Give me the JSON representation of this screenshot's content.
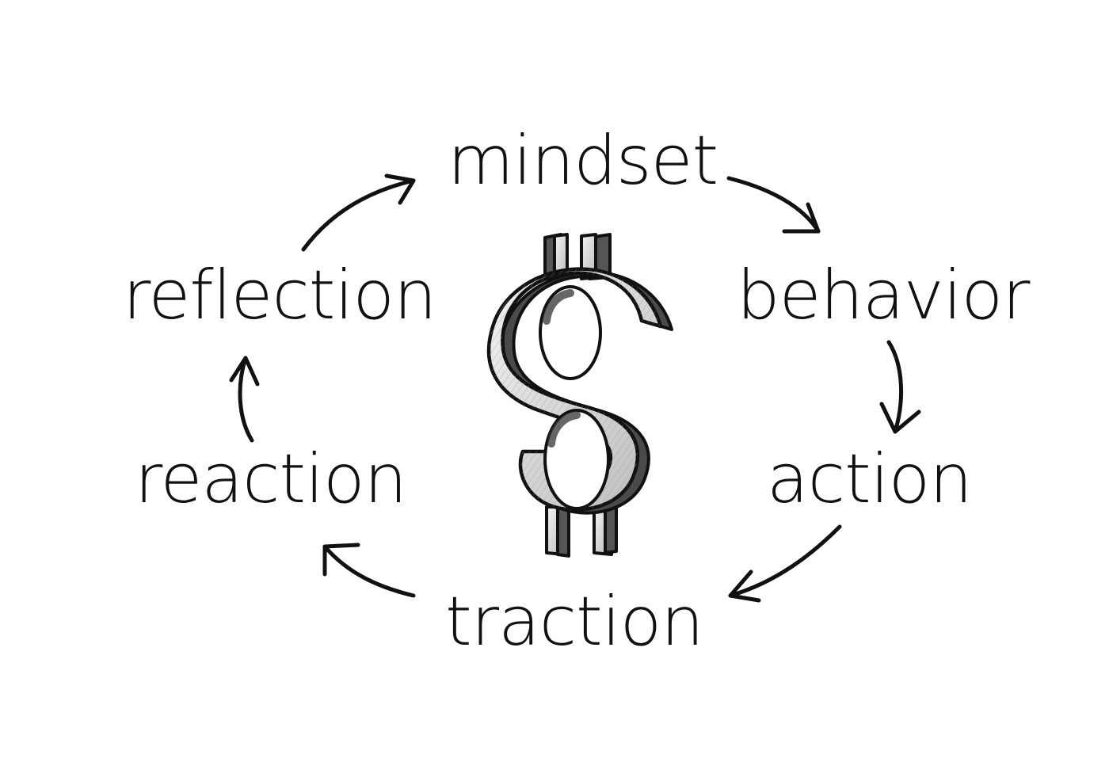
{
  "cycle": {
    "steps": [
      "mindset",
      "behavior",
      "action",
      "traction",
      "reaction",
      "reflection"
    ]
  },
  "center_symbol": {
    "icon": "dollar-sign-icon",
    "color": "#444444"
  },
  "colors": {
    "ink": "#111111",
    "background": "#ffffff"
  }
}
